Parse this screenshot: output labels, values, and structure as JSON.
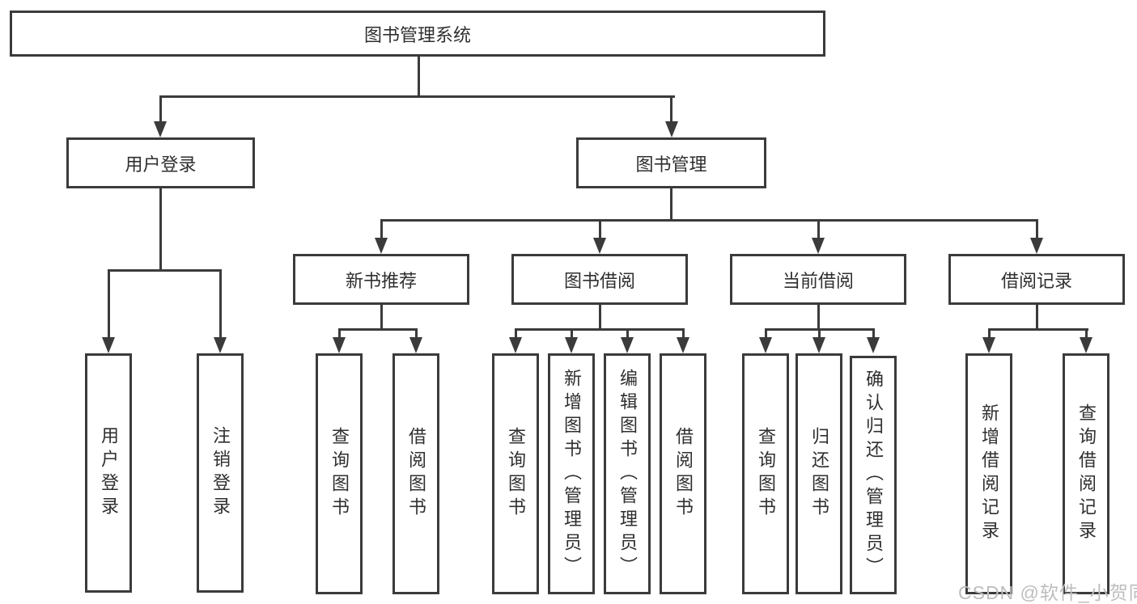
{
  "tree": {
    "root": {
      "label": "图书管理系统"
    },
    "level2": [
      {
        "label": "用户登录"
      },
      {
        "label": "图书管理"
      }
    ],
    "level3": [
      {
        "label": "新书推荐"
      },
      {
        "label": "图书借阅"
      },
      {
        "label": "当前借阅"
      },
      {
        "label": "借阅记录"
      }
    ],
    "leaves": {
      "user_login": [
        "用户登录",
        "注销登录"
      ],
      "new_book_recommend": [
        "查询图书",
        "借阅图书"
      ],
      "book_borrowing": [
        "查询图书",
        "新增图书（管理员）",
        "编辑图书（管理员）",
        "借阅图书"
      ],
      "current_borrowing": [
        "查询图书",
        "归还图书",
        "确认归还（管理员）"
      ],
      "borrowing_records": [
        "新增借阅记录",
        "查询借阅记录"
      ]
    }
  },
  "watermark": {
    "text": "CSDN @软件_小贺同学",
    "color": "#bdbdbd"
  },
  "colors": {
    "line": "#3b3b3b",
    "text": "#2f2f2f",
    "background": "#ffffff"
  }
}
